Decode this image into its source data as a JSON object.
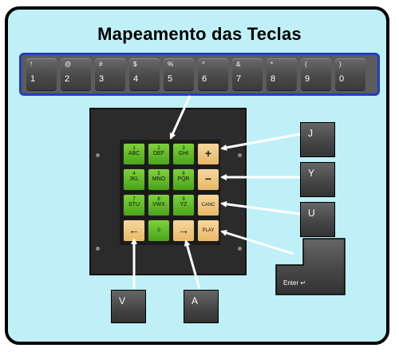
{
  "title": "Mapeamento das Teclas",
  "number_row": [
    {
      "shift": "!",
      "main": "1"
    },
    {
      "shift": "@",
      "main": "2"
    },
    {
      "shift": "#",
      "main": "3"
    },
    {
      "shift": "$",
      "main": "4"
    },
    {
      "shift": "%",
      "main": "5"
    },
    {
      "shift": "^",
      "main": "6"
    },
    {
      "shift": "&",
      "main": "7"
    },
    {
      "shift": "*",
      "main": "8"
    },
    {
      "shift": "(",
      "main": "9"
    },
    {
      "shift": ")",
      "main": "0"
    }
  ],
  "keypad": {
    "k1": {
      "digit": "1",
      "letters": "ABC"
    },
    "k2": {
      "digit": "2",
      "letters": "DEF"
    },
    "k3": {
      "digit": "3",
      "letters": "GHI"
    },
    "k4": {
      "digit": "4",
      "letters": "JKL"
    },
    "k5": {
      "digit": "5",
      "letters": "MNO"
    },
    "k6": {
      "digit": "6",
      "letters": "PQR"
    },
    "k7": {
      "digit": "7",
      "letters": "STU"
    },
    "k8": {
      "digit": "8",
      "letters": "VWX"
    },
    "k9": {
      "digit": "9",
      "letters": "YZ"
    },
    "k0": {
      "digit": "0"
    },
    "plus": "+",
    "minus": "−",
    "canc": "CANC",
    "play": "PLAY",
    "left": "←",
    "right": "→"
  },
  "mapped_keys": {
    "j": "J",
    "y": "Y",
    "u": "U",
    "enter": "Enter",
    "v": "V",
    "a": "A"
  },
  "colors": {
    "background": "#bff0f7",
    "row_border": "#1f3fbf",
    "green_key": "#5cb82a",
    "orange_key": "#f0c982"
  }
}
